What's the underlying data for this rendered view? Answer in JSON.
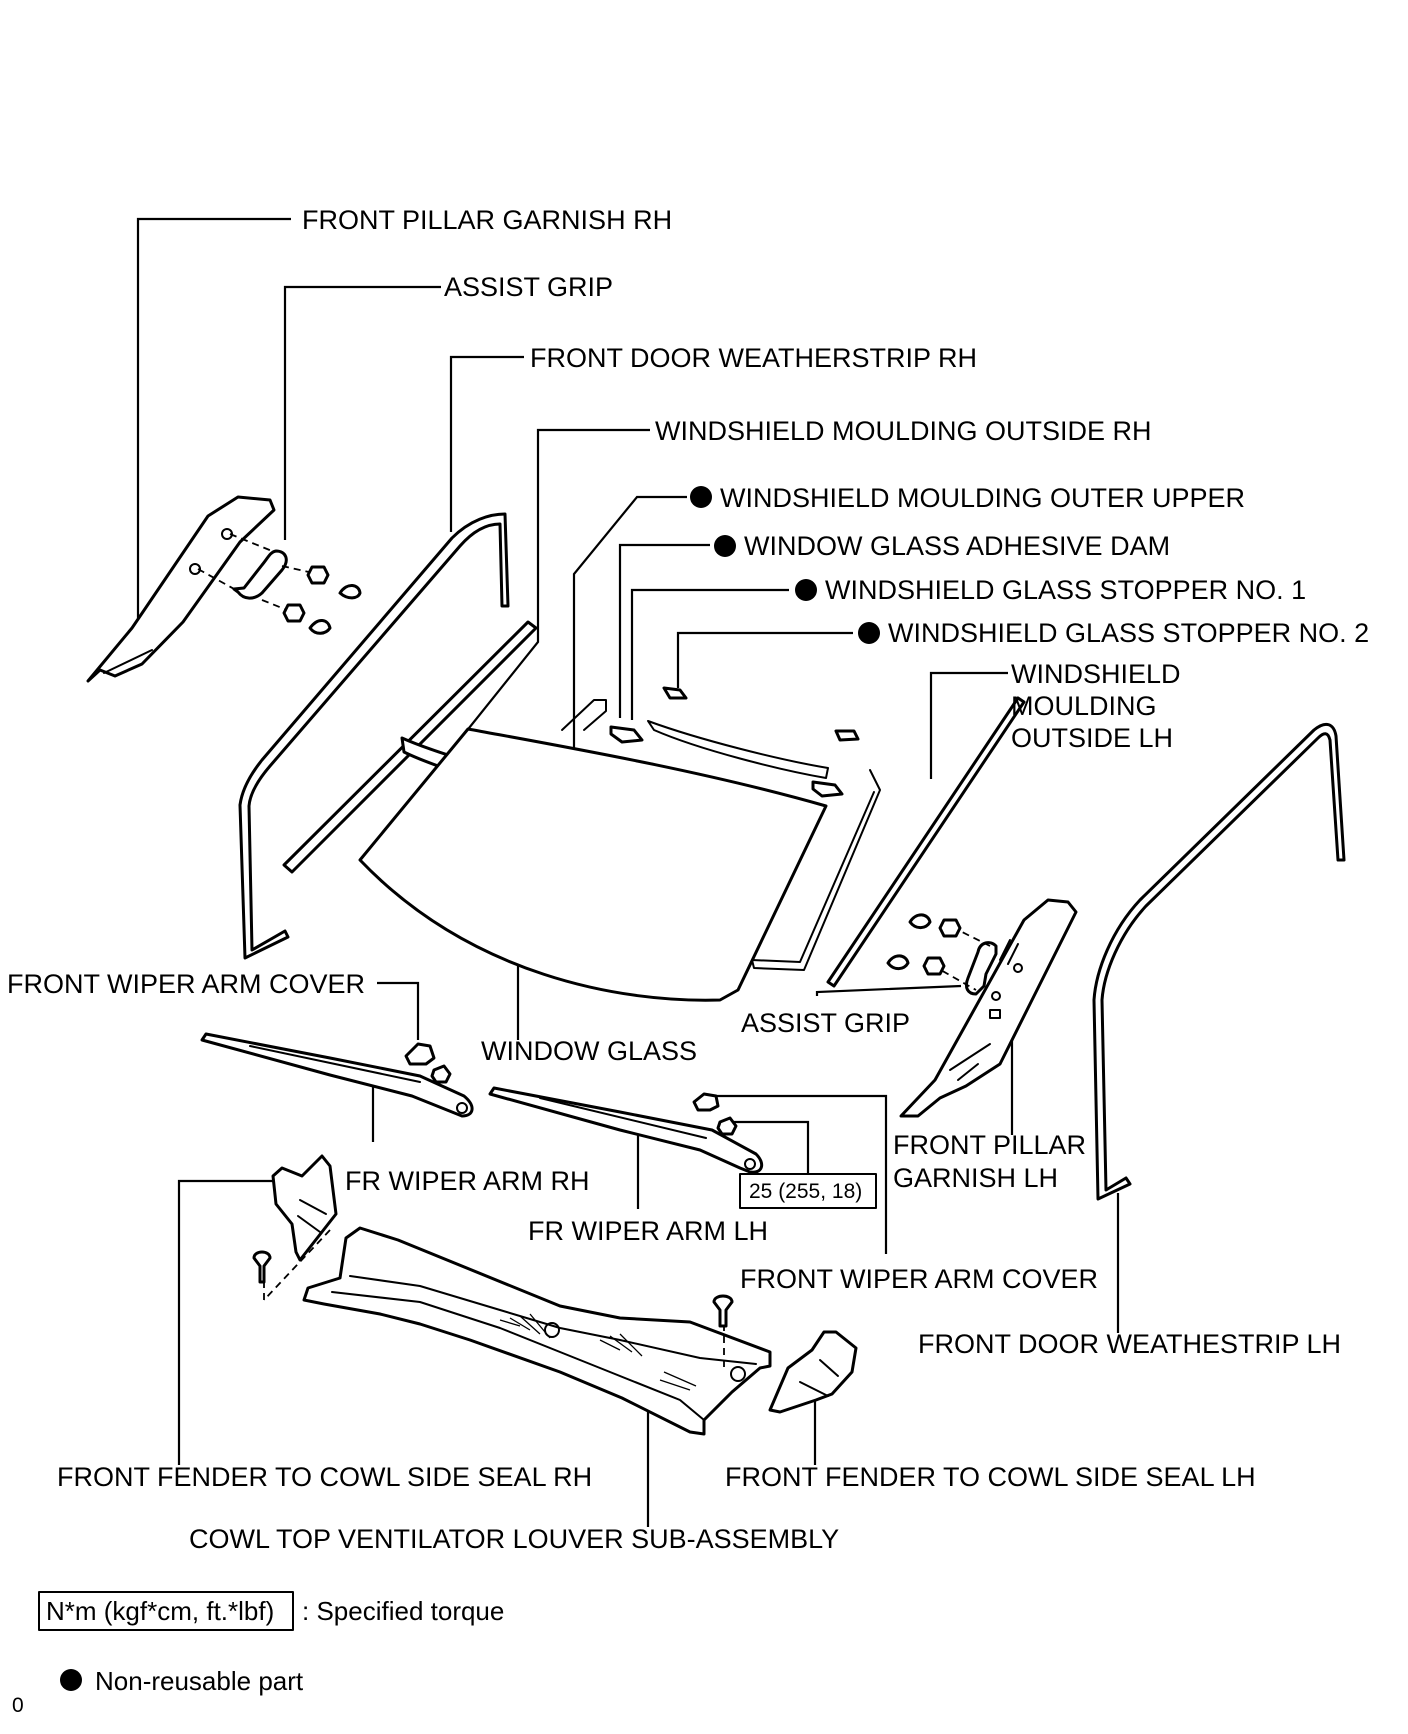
{
  "labels": {
    "front_pillar_garnish_rh": "FRONT PILLAR GARNISH RH",
    "assist_grip_rh": "ASSIST GRIP",
    "front_door_weatherstrip_rh": "FRONT DOOR WEATHERSTRIP RH",
    "windshield_moulding_outside_rh": "WINDSHIELD MOULDING OUTSIDE RH",
    "windshield_moulding_outer_upper": "WINDSHIELD MOULDING OUTER UPPER",
    "window_glass_adhesive_dam": "WINDOW GLASS ADHESIVE DAM",
    "windshield_glass_stopper_no1": "WINDSHIELD GLASS STOPPER NO. 1",
    "windshield_glass_stopper_no2": "WINDSHIELD GLASS STOPPER NO. 2",
    "windshield_moulding_outside_lh_1": "WINDSHIELD",
    "windshield_moulding_outside_lh_2": "MOULDING",
    "windshield_moulding_outside_lh_3": "OUTSIDE LH",
    "front_wiper_arm_cover_rh": "FRONT WIPER ARM COVER",
    "window_glass": "WINDOW GLASS",
    "assist_grip_lh": "ASSIST GRIP",
    "front_pillar_garnish_lh_1": "FRONT PILLAR",
    "front_pillar_garnish_lh_2": "GARNISH LH",
    "fr_wiper_arm_rh": "FR WIPER ARM RH",
    "fr_wiper_arm_lh": "FR WIPER ARM LH",
    "front_wiper_arm_cover_lh": "FRONT WIPER ARM COVER",
    "front_door_weatherstrip_lh": "FRONT DOOR  WEATHESTRIP LH",
    "front_fender_seal_rh": "FRONT FENDER TO COWL SIDE SEAL RH",
    "front_fender_seal_lh": "FRONT FENDER TO COWL SIDE SEAL LH",
    "cowl_top_louver": "COWL TOP VENTILATOR LOUVER SUB-ASSEMBLY"
  },
  "torque": {
    "wiper_arm_nut": "25 (255, 18)"
  },
  "legend": {
    "torque_box": "N*m (kgf*cm, ft.*lbf)",
    "torque_text": ": Specified torque",
    "nonreusable_text": "Non-reusable part"
  },
  "corner_mark": "0"
}
